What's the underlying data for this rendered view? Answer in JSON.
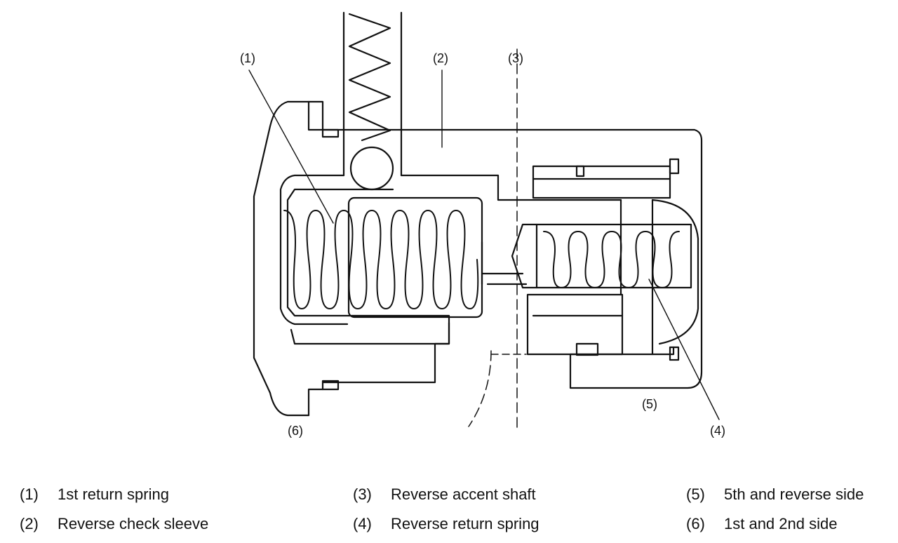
{
  "callouts": {
    "c1": "(1)",
    "c2": "(2)",
    "c3": "(3)",
    "c4": "(4)",
    "c5": "(5)",
    "c6": "(6)"
  },
  "legend": [
    {
      "num": "(1)",
      "text": "1st return spring"
    },
    {
      "num": "(2)",
      "text": "Reverse check sleeve"
    },
    {
      "num": "(3)",
      "text": "Reverse accent shaft"
    },
    {
      "num": "(4)",
      "text": "Reverse return spring"
    },
    {
      "num": "(5)",
      "text": "5th and reverse side"
    },
    {
      "num": "(6)",
      "text": "1st and 2nd side"
    }
  ]
}
